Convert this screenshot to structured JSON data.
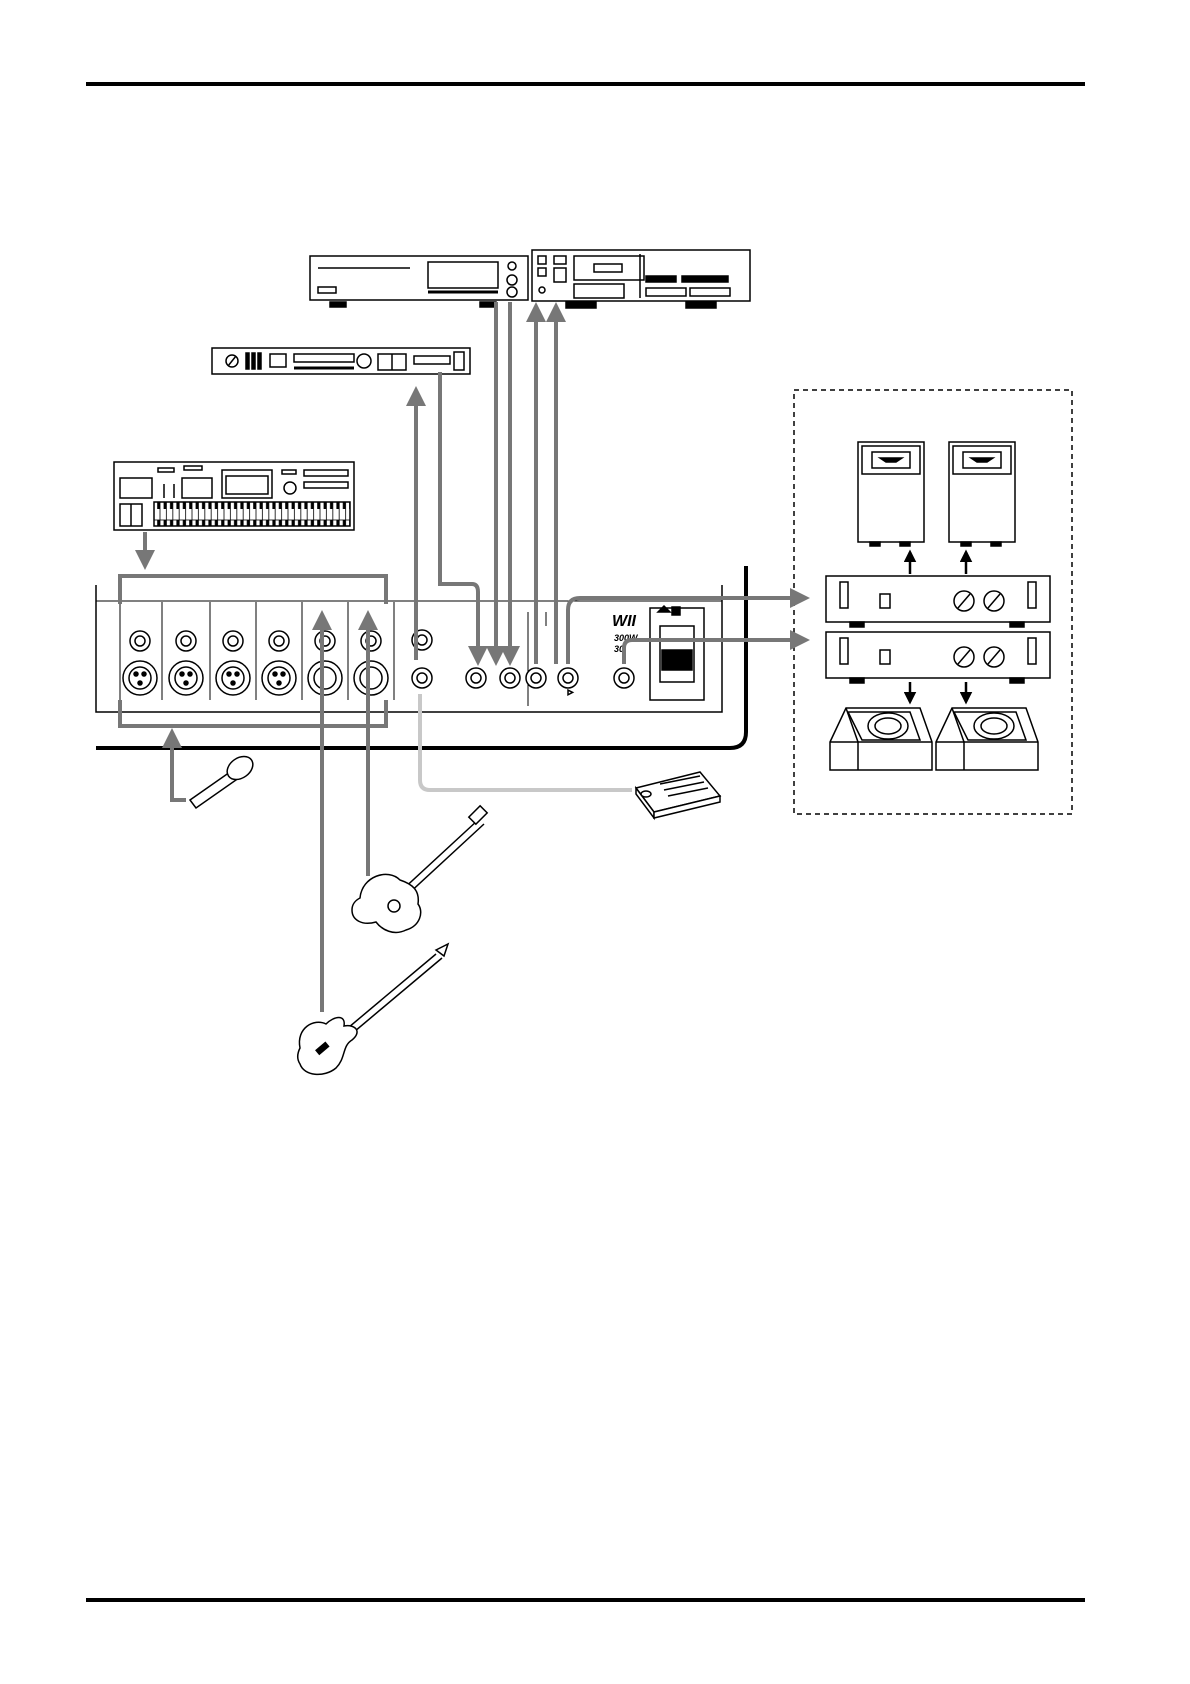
{
  "diagram": {
    "amp_logo": "WII",
    "amp_power_label": "300W",
    "amp_power_sub": "30"
  },
  "colors": {
    "cable": "#777777",
    "footswitch_cable": "#c8c8c8",
    "line": "#000000",
    "background": "#ffffff"
  }
}
